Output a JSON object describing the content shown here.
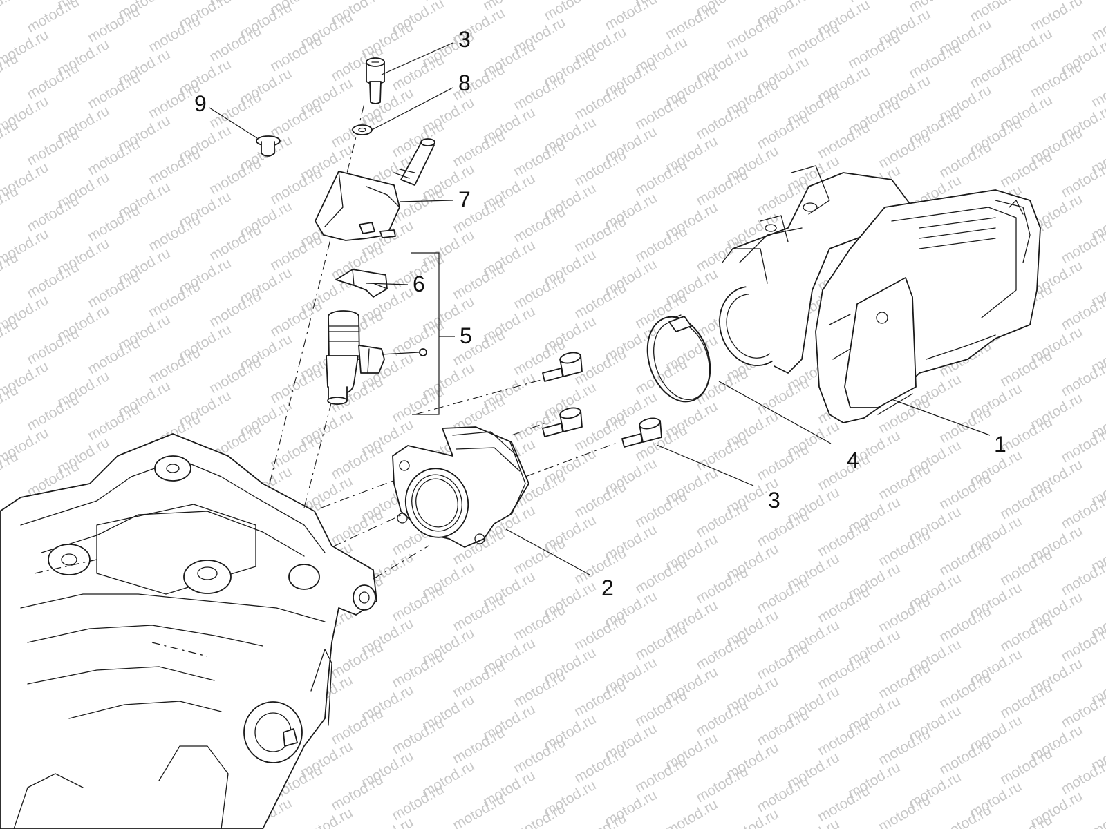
{
  "watermark": {
    "text": "motod.ru",
    "color": "#c8c8c8"
  },
  "callouts": [
    {
      "id": "callout-1",
      "label": "1"
    },
    {
      "id": "callout-2",
      "label": "2"
    },
    {
      "id": "callout-3-top",
      "label": "3"
    },
    {
      "id": "callout-3-bottom",
      "label": "3"
    },
    {
      "id": "callout-4",
      "label": "4"
    },
    {
      "id": "callout-5",
      "label": "5"
    },
    {
      "id": "callout-6",
      "label": "6"
    },
    {
      "id": "callout-7",
      "label": "7"
    },
    {
      "id": "callout-8",
      "label": "8"
    },
    {
      "id": "callout-9",
      "label": "9"
    }
  ],
  "parts": {
    "throttle_body": "throttle-body-icon",
    "intake_manifold": "intake-manifold-icon",
    "screw": "screw-icon",
    "hose_clamp": "hose-clamp-icon",
    "injector_assembly": "injector-assembly-icon",
    "clip": "clip-icon",
    "injector_support": "injector-support-icon",
    "washer": "washer-icon",
    "plug": "plug-icon",
    "cylinder_head": "cylinder-head-icon"
  }
}
